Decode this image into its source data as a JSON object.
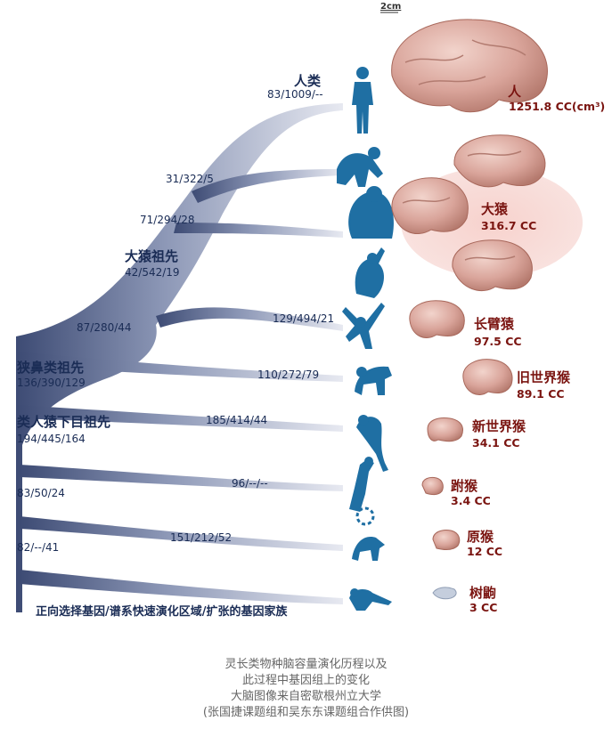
{
  "scale_bar": "2cm",
  "tree_nodes": [
    {
      "key": "human",
      "name": "人类",
      "stats": "83/1009/--"
    },
    {
      "key": "great_ape_ancestor",
      "name": "大猿祖先",
      "stats": "42/542/19"
    },
    {
      "key": "catarrhini_ancestor",
      "name": "狭鼻类祖先",
      "stats": "136/390/129"
    },
    {
      "key": "simiiformes_ancestor",
      "name": "类人猿下目祖先",
      "stats": "194/445/164"
    }
  ],
  "branch_stats": [
    {
      "key": "chimp",
      "text": "31/322/5"
    },
    {
      "key": "gorilla",
      "text": "71/294/28"
    },
    {
      "key": "hominoid",
      "text": "87/280/44"
    },
    {
      "key": "gibbon",
      "text": "129/494/21"
    },
    {
      "key": "oldworld",
      "text": "110/272/79"
    },
    {
      "key": "newworld",
      "text": "185/414/44"
    },
    {
      "key": "tarsier",
      "text": "96/--/--"
    },
    {
      "key": "haplorhini",
      "text": "83/50/24"
    },
    {
      "key": "lemur",
      "text": "151/212/52"
    },
    {
      "key": "primates",
      "text": "82/--/41"
    }
  ],
  "brains": [
    {
      "key": "human",
      "name": "人",
      "volume": "1251.8 CC(cm³)"
    },
    {
      "key": "great_ape",
      "name": "大猿",
      "volume": "316.7 CC"
    },
    {
      "key": "gibbon",
      "name": "长臂猿",
      "volume": "97.5 CC"
    },
    {
      "key": "oldworld",
      "name": "旧世界猴",
      "volume": "89.1 CC"
    },
    {
      "key": "newworld",
      "name": "新世界猴",
      "volume": "34.1 CC"
    },
    {
      "key": "tarsier",
      "name": "跗猴",
      "volume": "3.4 CC"
    },
    {
      "key": "lemur",
      "name": "原猴",
      "volume": "12 CC"
    },
    {
      "key": "treeshrew",
      "name": "树鼩",
      "volume": "3 CC"
    }
  ],
  "legend": "正向选择基因/谱系快速演化区域/扩张的基因家族",
  "caption": [
    "灵长类物种脑容量演化历程以及",
    "此过程中基因组上的变化",
    "大脑图像来自密歇根州立大学",
    "(张国捷课题组和吴东东课题组合作供图)"
  ],
  "colors": {
    "tree_dark": "#3d4b74",
    "tree_light": "#e3e6ef",
    "silhouette": "#1f6fa3",
    "brain": "#d9a49a",
    "brain_highlight": "#f6cfca",
    "label_brain": "#7a1410",
    "label_tree": "#1a2c55"
  }
}
